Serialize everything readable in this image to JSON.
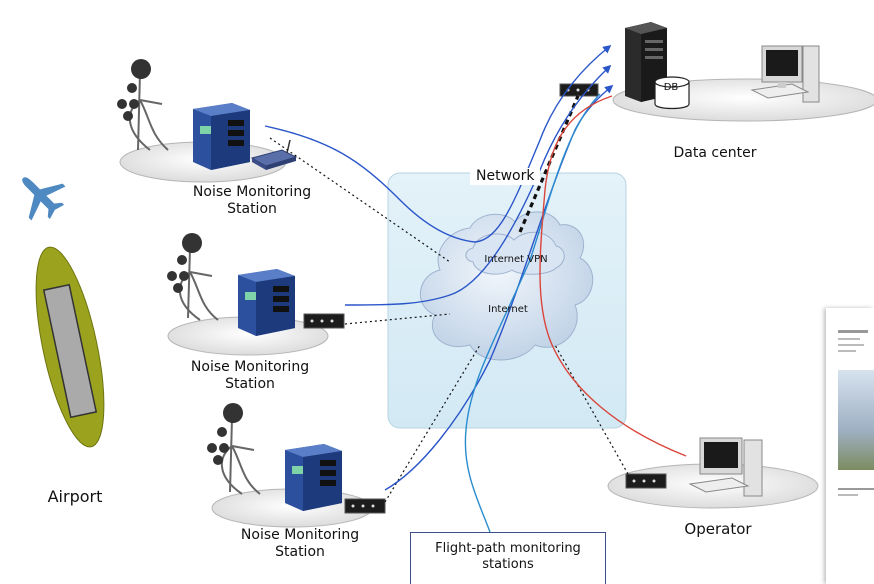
{
  "title": "",
  "nodes": {
    "station1": "Noise Monitoring Station",
    "station2": "Noise Monitoring Station",
    "station3": "Noise Monitoring Station",
    "network": "Network",
    "internet_vpn": "Internet VPN",
    "internet": "Internet",
    "data_center": "Data center",
    "db": "DB",
    "airport": "Airport",
    "operator": "Operator",
    "flight_path": "Flight-path monitoring stations"
  },
  "colors": {
    "network_box": "#dbeef7",
    "cloud": "#c9d9ec",
    "blue_link": "#2a56c9",
    "red_link": "#d9453b",
    "airport_field": "#9ba31e",
    "runway": "#aaaaaa",
    "plane": "#4e89c2"
  },
  "icons": [
    "plane-icon",
    "microphone-icon",
    "monitor-unit-icon",
    "router-icon",
    "modem-icon",
    "server-icon",
    "database-icon",
    "computer-icon",
    "cloud-icon"
  ]
}
